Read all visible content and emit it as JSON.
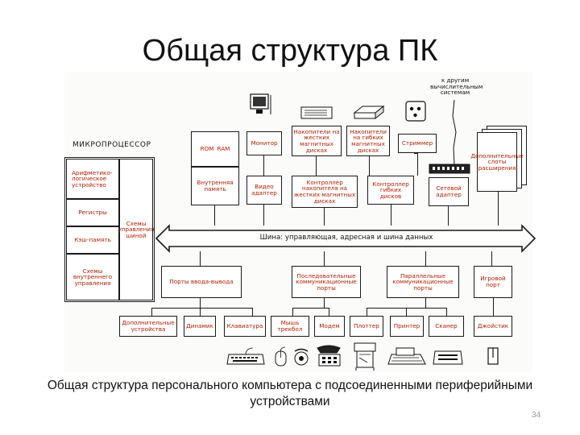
{
  "title": "Общая структура ПК",
  "caption": "Общая структура персонального компьютера с подсоединенными периферийными устройствами",
  "page_number": "34",
  "diagram": {
    "microprocessor_label": "МИКРОПРОЦЕССОР",
    "alu": "Арифметико-логическое устройство",
    "registers": "Регистры",
    "cache": "Кэш-память",
    "internal_control": "Схемы внутреннего управления",
    "control_circuits": "Схемы управления шиной",
    "rom": "ROM",
    "ram": "RAM",
    "internal_memory": "Внутренняя память",
    "monitor": "Монитор",
    "video_adapter": "Видео адаптер",
    "hdd": "Накопители на жестких магнитных дисках",
    "hdd_controller": "Контроллер накопителя на жестких магнитных дисках",
    "fdd": "Накопители на гибких магнитных дисках",
    "fdd_controller": "Контроллер гибких дисков",
    "streamer": "Стриммер",
    "other_systems": "к другим вычислительным системам",
    "expansion_slots": "Дополнительные слоты расширения",
    "network_adapter": "Сетевой адаптер",
    "bus": "Шина: управляющая, адресная и шина данных",
    "io_ports": "Порты ввода-вывода",
    "serial_ports": "Последовательные коммуникационные порты",
    "parallel_ports": "Параллельные коммуникационные порты",
    "game_port": "Игровой порт",
    "extra_devices": "Дополнительные устройства",
    "speakers": "Динамик",
    "keyboard": "Клавиатура",
    "mouse": "Мышь трекбол",
    "modem": "Модем",
    "plotter": "Плоттер",
    "printer": "Принтер",
    "scanner": "Сканер",
    "joystick": "Джойстик"
  },
  "icons": [
    "monitor-icon",
    "hdd-icon",
    "fdd-icon",
    "streamer-icon",
    "network-icon",
    "keyboard-icon",
    "mouse-icon",
    "phone-icon",
    "plotter-icon",
    "printer-icon",
    "scanner-icon",
    "joystick-icon"
  ],
  "colors": {
    "label_red": "#b11e00",
    "line": "#1a1a1a",
    "bus_fill": "#ffffff"
  }
}
